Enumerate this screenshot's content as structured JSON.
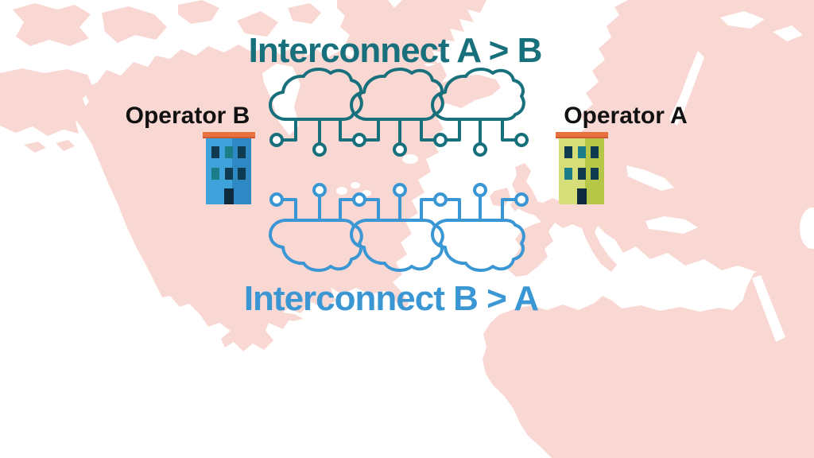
{
  "colors": {
    "background": "#ffffff",
    "map_pink": "#f9d8d4",
    "teal": "#17707b",
    "blue": "#3a97d4",
    "label_black": "#111111",
    "roof_orange": "#e8713f",
    "building_blue_light": "#3fa2da",
    "building_blue_dark": "#2d88c3",
    "building_yellow_light": "#d6de79",
    "building_yellow_dark": "#b6c647",
    "window_navy": "#103a50",
    "window_teal": "#1b7d88",
    "door_navy": "#0e2a3e",
    "node_fill": "#ffffff"
  },
  "titles": {
    "top": "Interconnect A > B",
    "bottom": "Interconnect B > A"
  },
  "operators": {
    "left": {
      "label": "Operator B",
      "building_color": "blue"
    },
    "right": {
      "label": "Operator A",
      "building_color": "yellow"
    }
  },
  "building": {
    "window_pattern": [
      [
        "navy",
        "teal",
        "navy"
      ],
      [
        "teal",
        "navy",
        "navy"
      ]
    ]
  },
  "icons": {
    "top_row": "cloud-network-row-icon",
    "bottom_row": "cloud-network-row-flipped-icon",
    "background": "world-map"
  }
}
